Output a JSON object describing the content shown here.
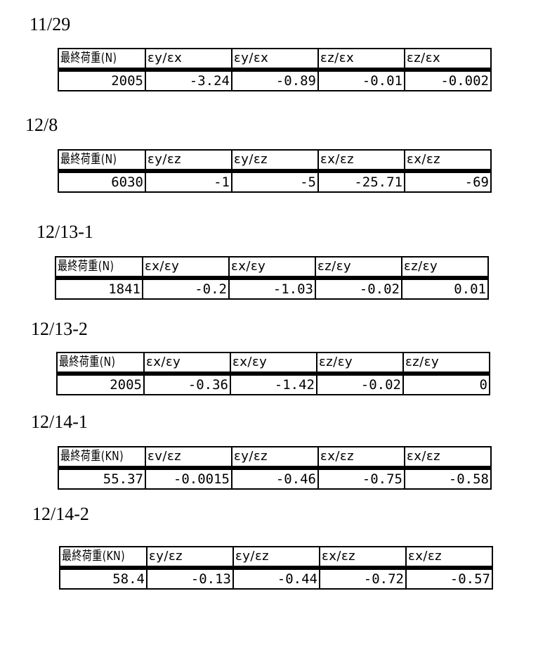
{
  "sections": [
    {
      "title": "11/29",
      "header": [
        "最終荷重(N)",
        "εy/εx",
        "εy/εx",
        "εz/εx",
        "εz/εx"
      ],
      "values": [
        "2005",
        "-3.24",
        "-0.89",
        "-0.01",
        "-0.002"
      ]
    },
    {
      "title": "12/8",
      "header": [
        "最終荷重(N)",
        "εy/εz",
        "εy/εz",
        "εx/εz",
        "εx/εz"
      ],
      "values": [
        "6030",
        "-1",
        "-5",
        "-25.71",
        "-69"
      ]
    },
    {
      "title": "12/13-1",
      "header": [
        "最終荷重(N)",
        "εx/εy",
        "εx/εy",
        "εz/εy",
        "εz/εy"
      ],
      "values": [
        "1841",
        "-0.2",
        "-1.03",
        "-0.02",
        "0.01"
      ]
    },
    {
      "title": "12/13-2",
      "header": [
        "最終荷重(N)",
        "εx/εy",
        "εx/εy",
        "εz/εy",
        "εz/εy"
      ],
      "values": [
        "2005",
        "-0.36",
        "-1.42",
        "-0.02",
        "0"
      ]
    },
    {
      "title": "12/14-1",
      "header": [
        "最終荷重(KN)",
        "εv/εz",
        "εy/εz",
        "εx/εz",
        "εx/εz"
      ],
      "values": [
        "55.37",
        "-0.0015",
        "-0.46",
        "-0.75",
        "-0.58"
      ]
    },
    {
      "title": "12/14-2",
      "header": [
        "最終荷重(KN)",
        "εy/εz",
        "εy/εz",
        "εx/εz",
        "εx/εz"
      ],
      "values": [
        "58.4",
        "-0.13",
        "-0.44",
        "-0.72",
        "-0.57"
      ]
    }
  ]
}
